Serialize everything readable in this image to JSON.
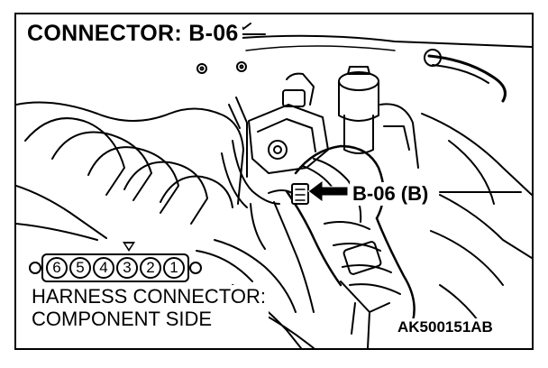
{
  "title": "CONNECTOR: B-06",
  "callout_label": "B-06 (B)",
  "pins": [
    "6",
    "5",
    "4",
    "3",
    "2",
    "1"
  ],
  "caption": {
    "line1": "HARNESS CONNECTOR:",
    "line2": "COMPONENT SIDE"
  },
  "figure_code": "AK500151AB",
  "icons": {
    "pointer": "arrow-left-icon",
    "key_marker": "triangle-down-icon"
  },
  "colors": {
    "ink": "#000000",
    "paper": "#ffffff"
  }
}
